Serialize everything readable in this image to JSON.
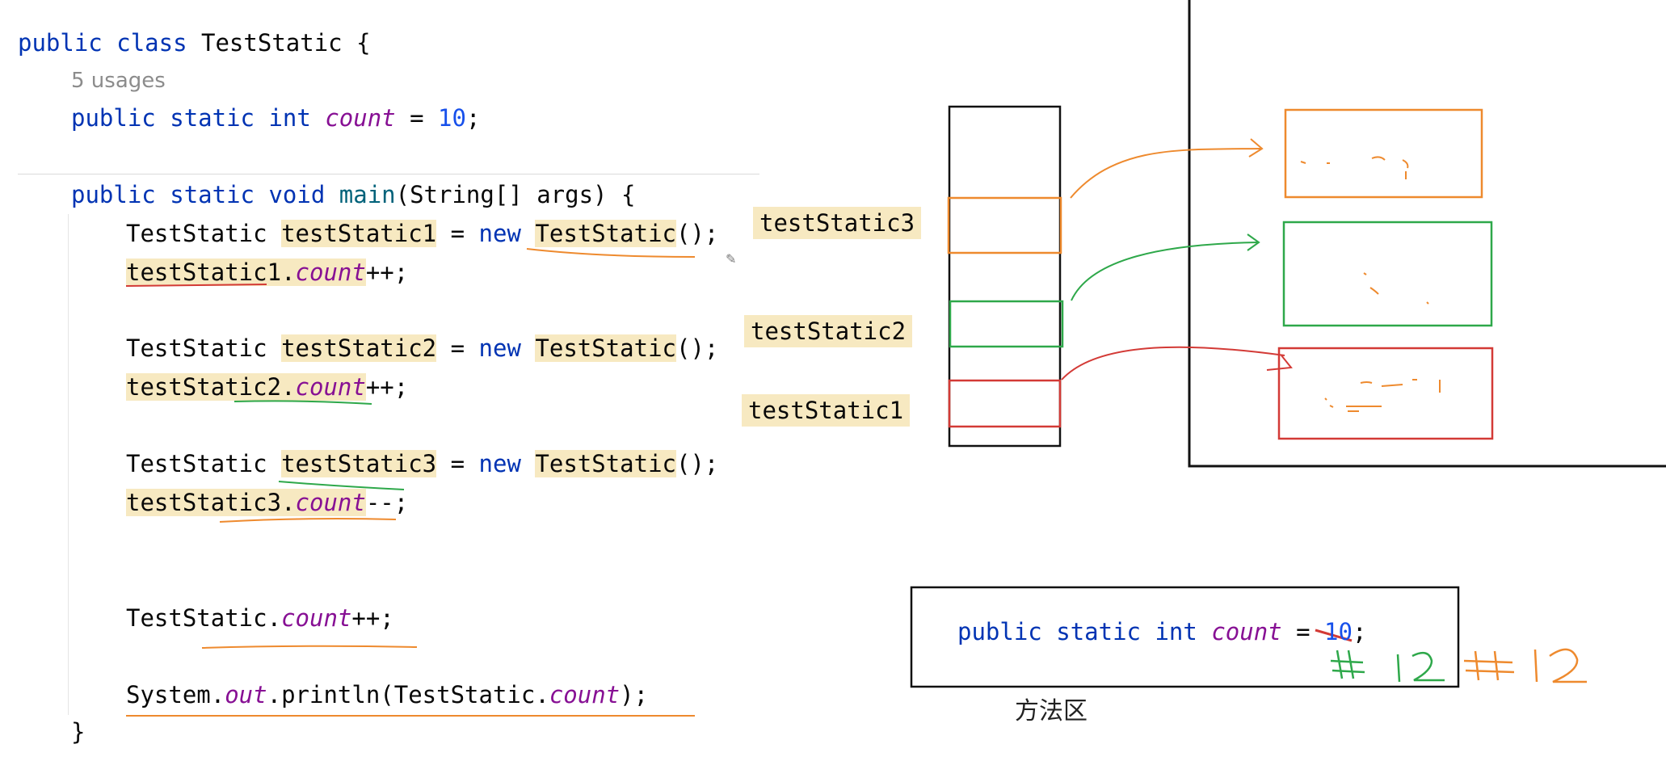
{
  "code": {
    "class_decl": {
      "kw1": "public",
      "kw2": "class",
      "name": "TestStatic",
      "brace": "{"
    },
    "usages": "5 usages",
    "field_decl": {
      "kw1": "public",
      "kw2": "static",
      "kw3": "int",
      "name": "count",
      "eq": "=",
      "value": "10",
      "semi": ";"
    },
    "main_decl": {
      "kw1": "public",
      "kw2": "static",
      "kw3": "void",
      "name": "main",
      "params": "(String[] args) {"
    },
    "type_name": "TestStatic",
    "new_kw": "new",
    "ctor_call": "();",
    "assign": "=",
    "var1": "testStatic1",
    "var2": "testStatic2",
    "var3": "testStatic3",
    "field_ref": "count",
    "inc": "++;",
    "dec": "--;",
    "dot": ".",
    "static_inc_owner": "TestStatic",
    "println_prefix": "System.",
    "println_out": "out",
    "println_mid": ".println(TestStatic.",
    "println_end": ");",
    "close_brace": "}"
  },
  "diagram": {
    "stack_labels": {
      "ref3": "testStatic3",
      "ref2": "testStatic2",
      "ref1": "testStatic1"
    },
    "method_area": {
      "kw1": "public",
      "kw2": "static",
      "kw3": "int",
      "field": "count",
      "eq": "=",
      "value": "10",
      "semi": ";",
      "caption": "方法区"
    },
    "colors": {
      "orange": "#ee8a2e",
      "green": "#2ea84a",
      "red": "#d33a36",
      "black": "#111111"
    }
  }
}
